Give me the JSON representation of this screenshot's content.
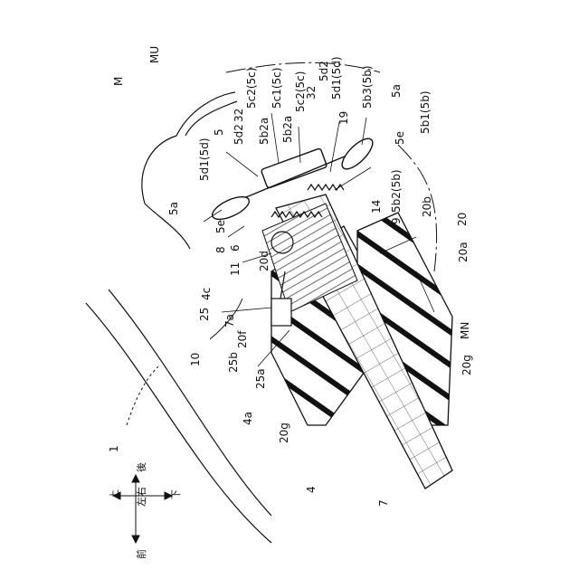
{
  "figure": {
    "labels": {
      "MU": "MU",
      "M": "M",
      "l5c2_left": "5c2(5c)",
      "l32_left": "32",
      "l5b2a_left": "5b2a",
      "l5c1": "5c1(5c)",
      "l5b2a_right": "5b2a",
      "l5c2_right": "5c2(5c)",
      "l32_right": "32",
      "l5d2_right": "5d2",
      "l5d1_right": "5d1(5d)",
      "l19": "19",
      "l5b3": "5b3(5b)",
      "l5a_right": "5a",
      "l5b1": "5b1(5b)",
      "l5e_right": "5e",
      "l5": "5",
      "l5d2_left": "5d2",
      "l5d1_left": "5d1(5d)",
      "l5a_left": "5a",
      "l5e_left": "5e",
      "l8": "8",
      "l6": "6",
      "l11": "11",
      "l4c": "4c",
      "l25": "25",
      "l7a": "7a",
      "l20f": "20f",
      "l25b": "25b",
      "l25a": "25a",
      "l10": "10",
      "l4a": "4a",
      "l20g_left": "20g",
      "l4": "4",
      "l7": "7",
      "l1": "1",
      "l5b2": "5b2(5b)",
      "l14": "14",
      "l9": "9",
      "l20b": "20b",
      "l20": "20",
      "l20a": "20a",
      "l20d": "20d",
      "lMN": "MN",
      "l20g_right": "20g"
    },
    "direction": {
      "up": "上",
      "down": "下",
      "front": "前",
      "rear": "後",
      "left_right": "左右"
    }
  }
}
